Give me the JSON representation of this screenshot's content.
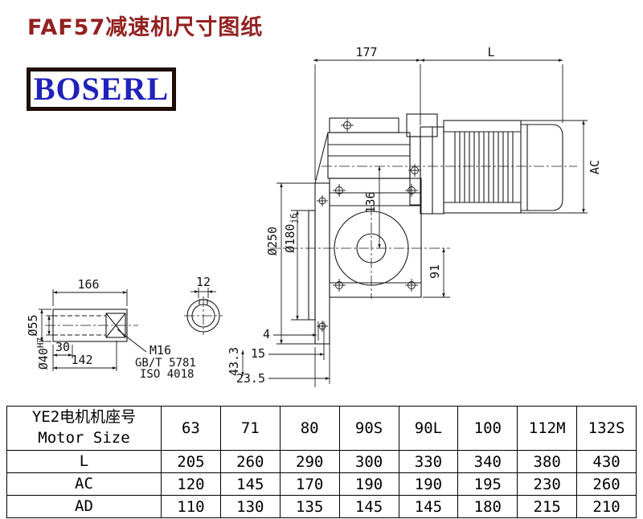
{
  "page": {
    "title": "FAF57减速机尺寸图纸",
    "logo": "BOSERL"
  },
  "colors": {
    "title_text": "#932121",
    "logo_text": "#2121bd",
    "logo_border": "#1d0d05",
    "line": "#1a1a1a"
  },
  "drawing": {
    "dims": {
      "d177": "177",
      "L": "L",
      "AC": "AC",
      "dia250": "Ø250",
      "dia180": "Ø180",
      "dia180_tol": "j6",
      "d136": "136",
      "d91": "91",
      "d4": "4",
      "d15": "15",
      "d23_5": "23.5",
      "d43_3": "43.3"
    },
    "shaft": {
      "d166": "166",
      "d12": "12",
      "d30": "30",
      "d142": "142",
      "dia55": "Ø55",
      "dia40": "Ø40",
      "dia40_tol": "H7",
      "thread": "M16",
      "std1": "GB/T 5781",
      "std2": "ISO 4018"
    }
  },
  "table": {
    "header_cn": "YE2电机机座号",
    "header_en": "Motor Size",
    "sizes": [
      "63",
      "71",
      "80",
      "90S",
      "90L",
      "100",
      "112M",
      "132S"
    ],
    "rows": [
      {
        "label": "L",
        "values": [
          "205",
          "260",
          "290",
          "300",
          "330",
          "340",
          "380",
          "430"
        ]
      },
      {
        "label": "AC",
        "values": [
          "120",
          "145",
          "170",
          "190",
          "190",
          "195",
          "230",
          "260"
        ]
      },
      {
        "label": "AD",
        "values": [
          "110",
          "130",
          "135",
          "145",
          "145",
          "180",
          "215",
          "210"
        ]
      }
    ]
  }
}
